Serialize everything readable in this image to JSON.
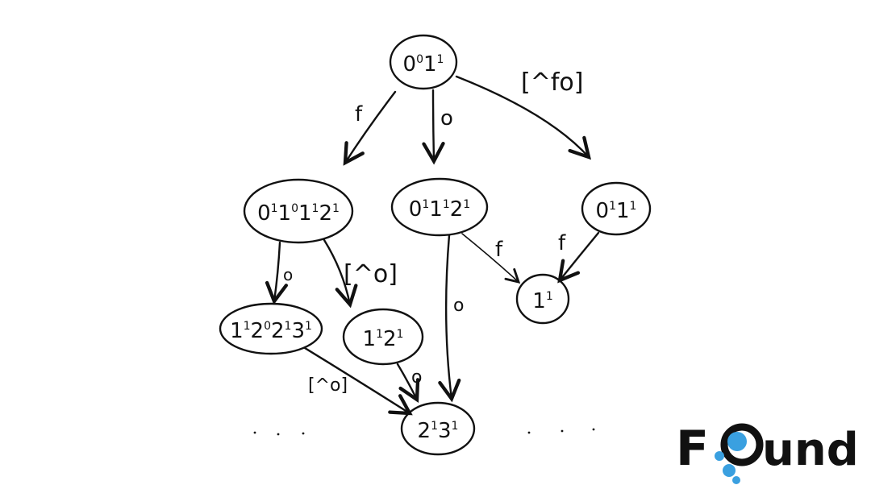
{
  "nodes": {
    "root": {
      "parts": [
        [
          "0",
          "0"
        ],
        [
          "1",
          "1"
        ]
      ]
    },
    "n1": {
      "parts": [
        [
          "0",
          "1"
        ],
        [
          "1",
          "0"
        ],
        [
          "1",
          "1"
        ],
        [
          "2",
          "1"
        ]
      ]
    },
    "n2": {
      "parts": [
        [
          "0",
          "1"
        ],
        [
          "1",
          "1"
        ],
        [
          "2",
          "1"
        ]
      ]
    },
    "n3": {
      "parts": [
        [
          "0",
          "1"
        ],
        [
          "1",
          "1"
        ]
      ]
    },
    "n4": {
      "parts": [
        [
          "1",
          "1"
        ],
        [
          "2",
          "0"
        ],
        [
          "2",
          "1"
        ],
        [
          "3",
          "1"
        ]
      ]
    },
    "n5": {
      "parts": [
        [
          "1",
          "1"
        ],
        [
          "2",
          "1"
        ]
      ]
    },
    "n6": {
      "parts": [
        [
          "1",
          "1"
        ]
      ]
    },
    "n7": {
      "parts": [
        [
          "2",
          "1"
        ],
        [
          "3",
          "1"
        ]
      ]
    }
  },
  "edge_labels": {
    "root_n1": "f",
    "root_n2": "o",
    "root_n3": "[^fo]",
    "n1_n4": "o",
    "n1_n5": "[^o]",
    "n2_n6": "f",
    "n3_n6": "f",
    "n2_n7": "o",
    "n4_n7": "[^o]",
    "n5_n7": "o"
  },
  "logo": {
    "text": "Found",
    "accent": "#3aa0e0"
  }
}
